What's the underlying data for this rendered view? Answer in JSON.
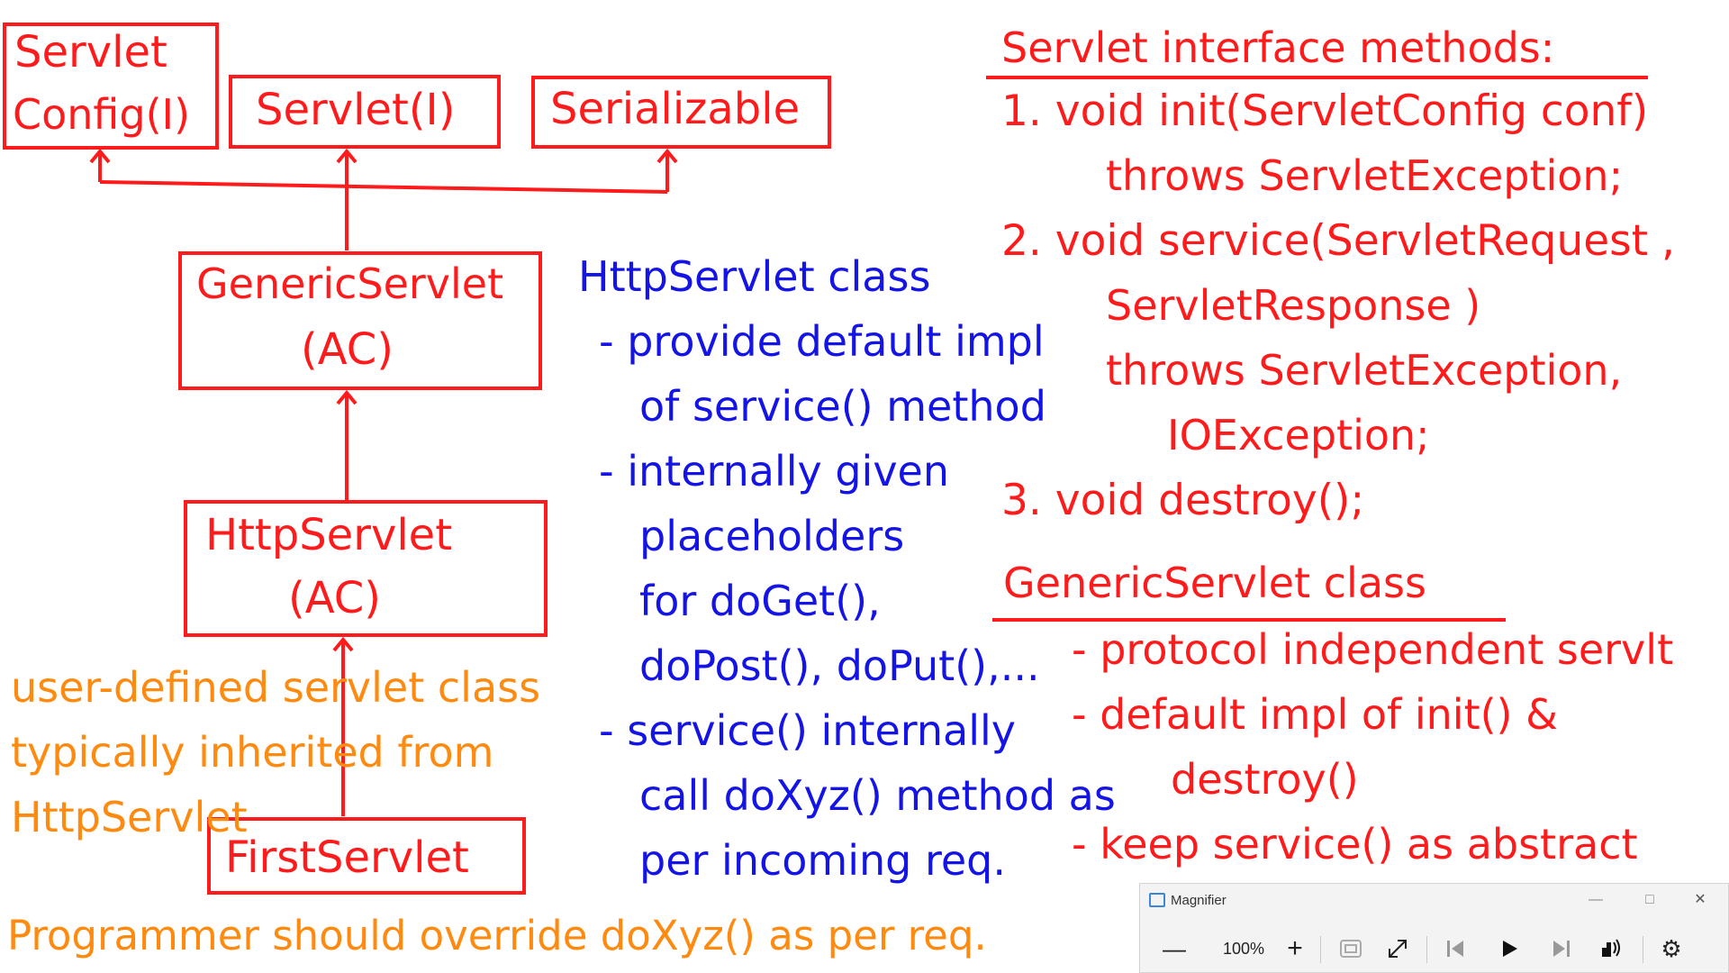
{
  "diagram": {
    "boxes": {
      "servlet_config": [
        "Servlet",
        "Config(I)"
      ],
      "servlet_i": "Servlet(I)",
      "serializable": "Serializable",
      "generic_servlet": [
        "GenericServlet",
        "(AC)"
      ],
      "http_servlet": [
        "HttpServlet",
        "(AC)"
      ],
      "first_servlet": "FirstServlet"
    },
    "servlet_methods": {
      "heading": "Servlet interface methods:",
      "lines": [
        "1. void init(ServletConfig conf)",
        "throws ServletException;",
        "2. void service(ServletRequest ,",
        "ServletResponse )",
        "throws ServletException,",
        "IOException;",
        "3. void destroy();"
      ]
    },
    "httpservlet_notes": {
      "heading": "HttpServlet class",
      "lines": [
        "- provide default impl",
        "of service() method",
        "- internally given",
        "placeholders",
        "for doGet(),",
        "doPost(), doPut(),...",
        "- service() internally",
        "call doXyz() method as",
        "per incoming req."
      ]
    },
    "genericservlet_notes": {
      "heading": "GenericServlet class",
      "lines": [
        "- protocol independent servlt",
        "- default impl of init() &",
        "destroy()",
        "- keep service() as abstract"
      ]
    },
    "user_note": [
      "user-defined servlet class",
      "typically inherited from",
      "HttpServlet"
    ],
    "footer": "Programmer should override doXyz() as per req."
  },
  "magnifier": {
    "title": "Magnifier",
    "zoom": "100%",
    "colors": {
      "toolbar_bg": "#f3f3f3",
      "accent": "#3a86d9"
    }
  },
  "colors": {
    "red": "#ff1b1b",
    "blue": "#1414e6",
    "orange": "#ff8a10"
  }
}
